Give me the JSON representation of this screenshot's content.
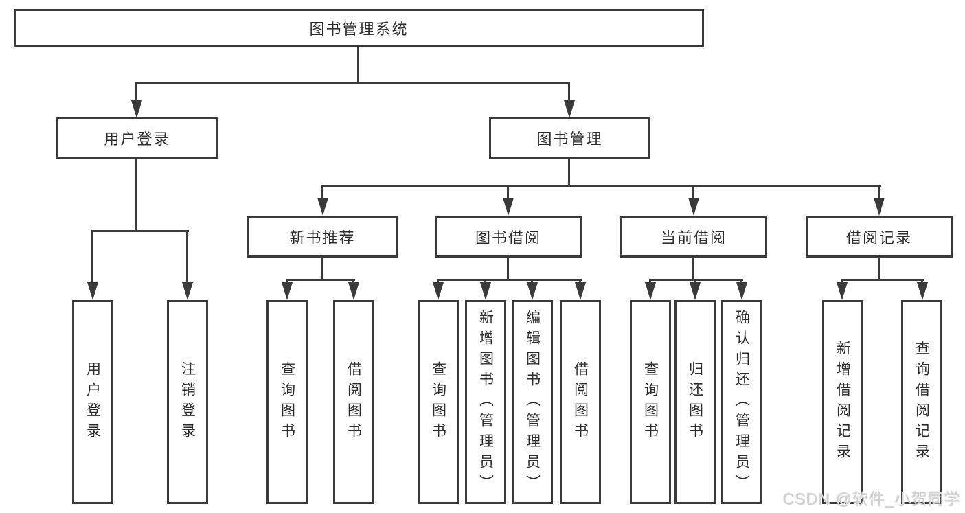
{
  "diagram": {
    "type": "hierarchy-tree",
    "direction": "top-down"
  },
  "colors": {
    "line": "#3a3a3a",
    "box_border": "#3a3a3a",
    "text": "#2d2d2d",
    "background": "#ffffff",
    "watermark": "#d2d2d2"
  },
  "tree": {
    "root": {
      "label": "图书管理系统"
    },
    "branches": [
      {
        "label": "用户登录",
        "children": [
          {
            "label": "用户登录"
          },
          {
            "label": "注销登录"
          }
        ]
      },
      {
        "label": "图书管理",
        "children": [
          {
            "label": "新书推荐",
            "children": [
              {
                "label": "查询图书"
              },
              {
                "label": "借阅图书"
              }
            ]
          },
          {
            "label": "图书借阅",
            "children": [
              {
                "label": "查询图书"
              },
              {
                "label": "新增图书（管理员）"
              },
              {
                "label": "编辑图书（管理员）"
              },
              {
                "label": "借阅图书"
              }
            ]
          },
          {
            "label": "当前借阅",
            "children": [
              {
                "label": "查询图书"
              },
              {
                "label": "归还图书"
              },
              {
                "label": "确认归还（管理员）"
              }
            ]
          },
          {
            "label": "借阅记录",
            "children": [
              {
                "label": "新增借阅记录"
              },
              {
                "label": "查询借阅记录"
              }
            ]
          }
        ]
      }
    ]
  },
  "watermark": {
    "text": "CSDN @软件_小贺同学"
  }
}
